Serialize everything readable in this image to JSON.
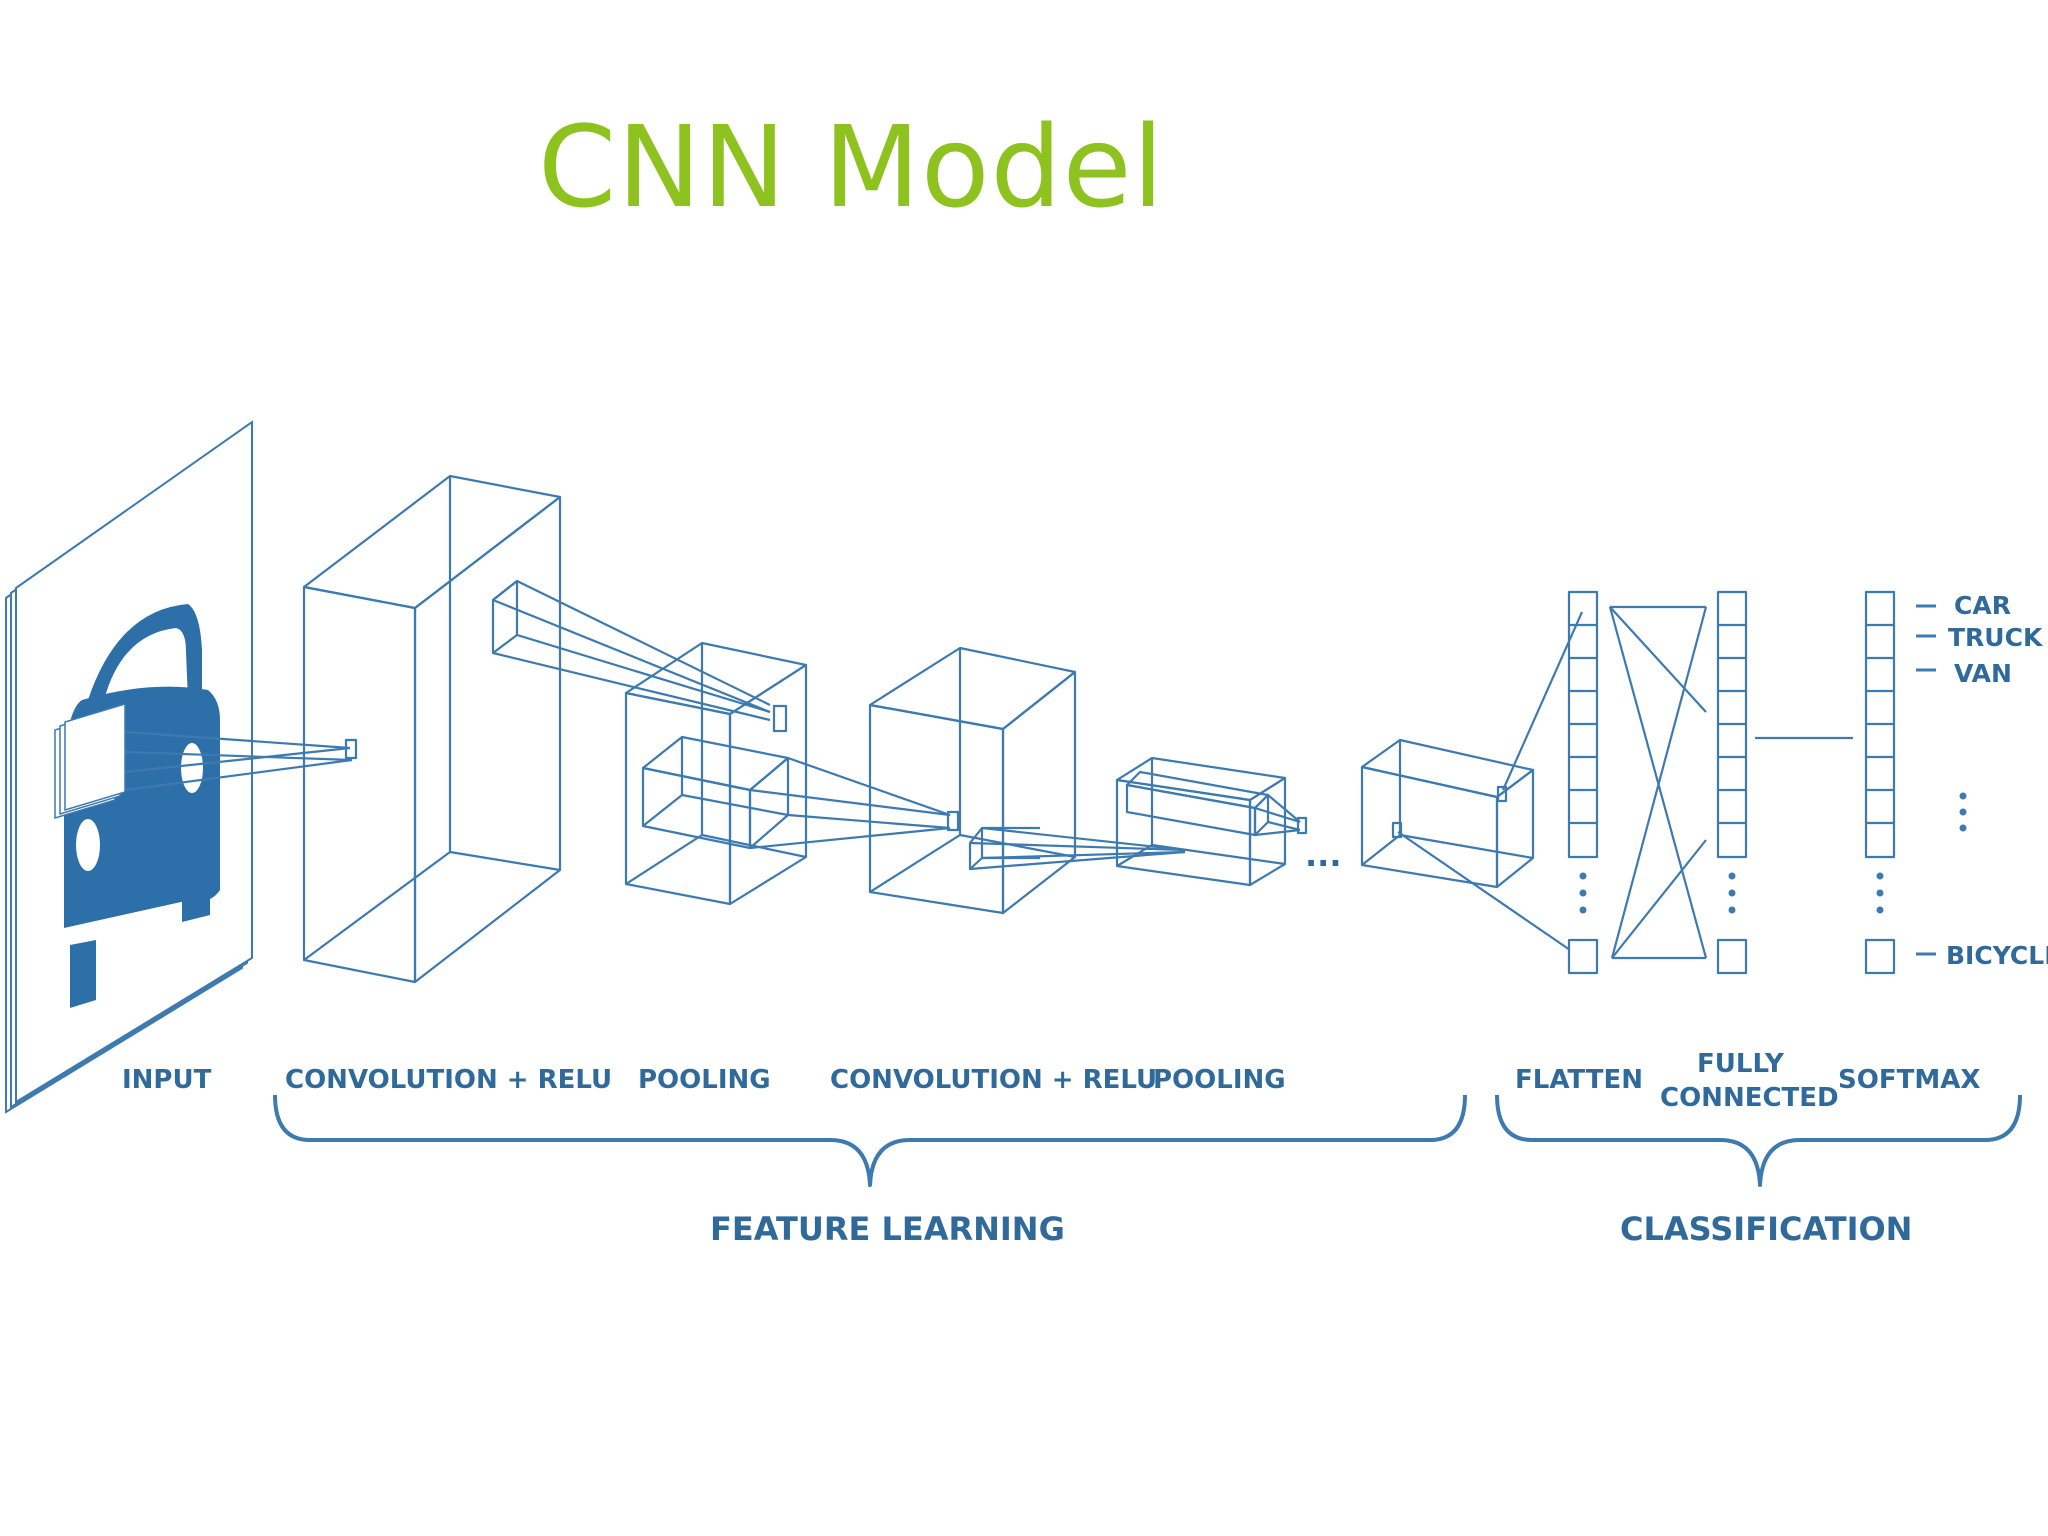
{
  "title": "CNN Model",
  "colors": {
    "title": "#8dc21f",
    "line": "#3d7ab0",
    "car": "#2d6fa8",
    "label": "#2f6a9a",
    "background": "#ffffff"
  },
  "icons": {
    "input_image": "car-front-icon"
  },
  "stage_labels": {
    "input": "INPUT",
    "conv1": "CONVOLUTION + RELU",
    "pool1": "POOLING",
    "conv2": "CONVOLUTION + RELU",
    "pool2": "POOLING",
    "flatten": "FLATTEN",
    "fully_connected_1": "FULLY",
    "fully_connected_2": "CONNECTED",
    "softmax": "SOFTMAX"
  },
  "group_labels": {
    "feature_learning": "FEATURE LEARNING",
    "classification": "CLASSIFICATION"
  },
  "output_classes": [
    "CAR",
    "TRUCK",
    "VAN",
    "BICYCLE"
  ],
  "ellipsis": "..."
}
